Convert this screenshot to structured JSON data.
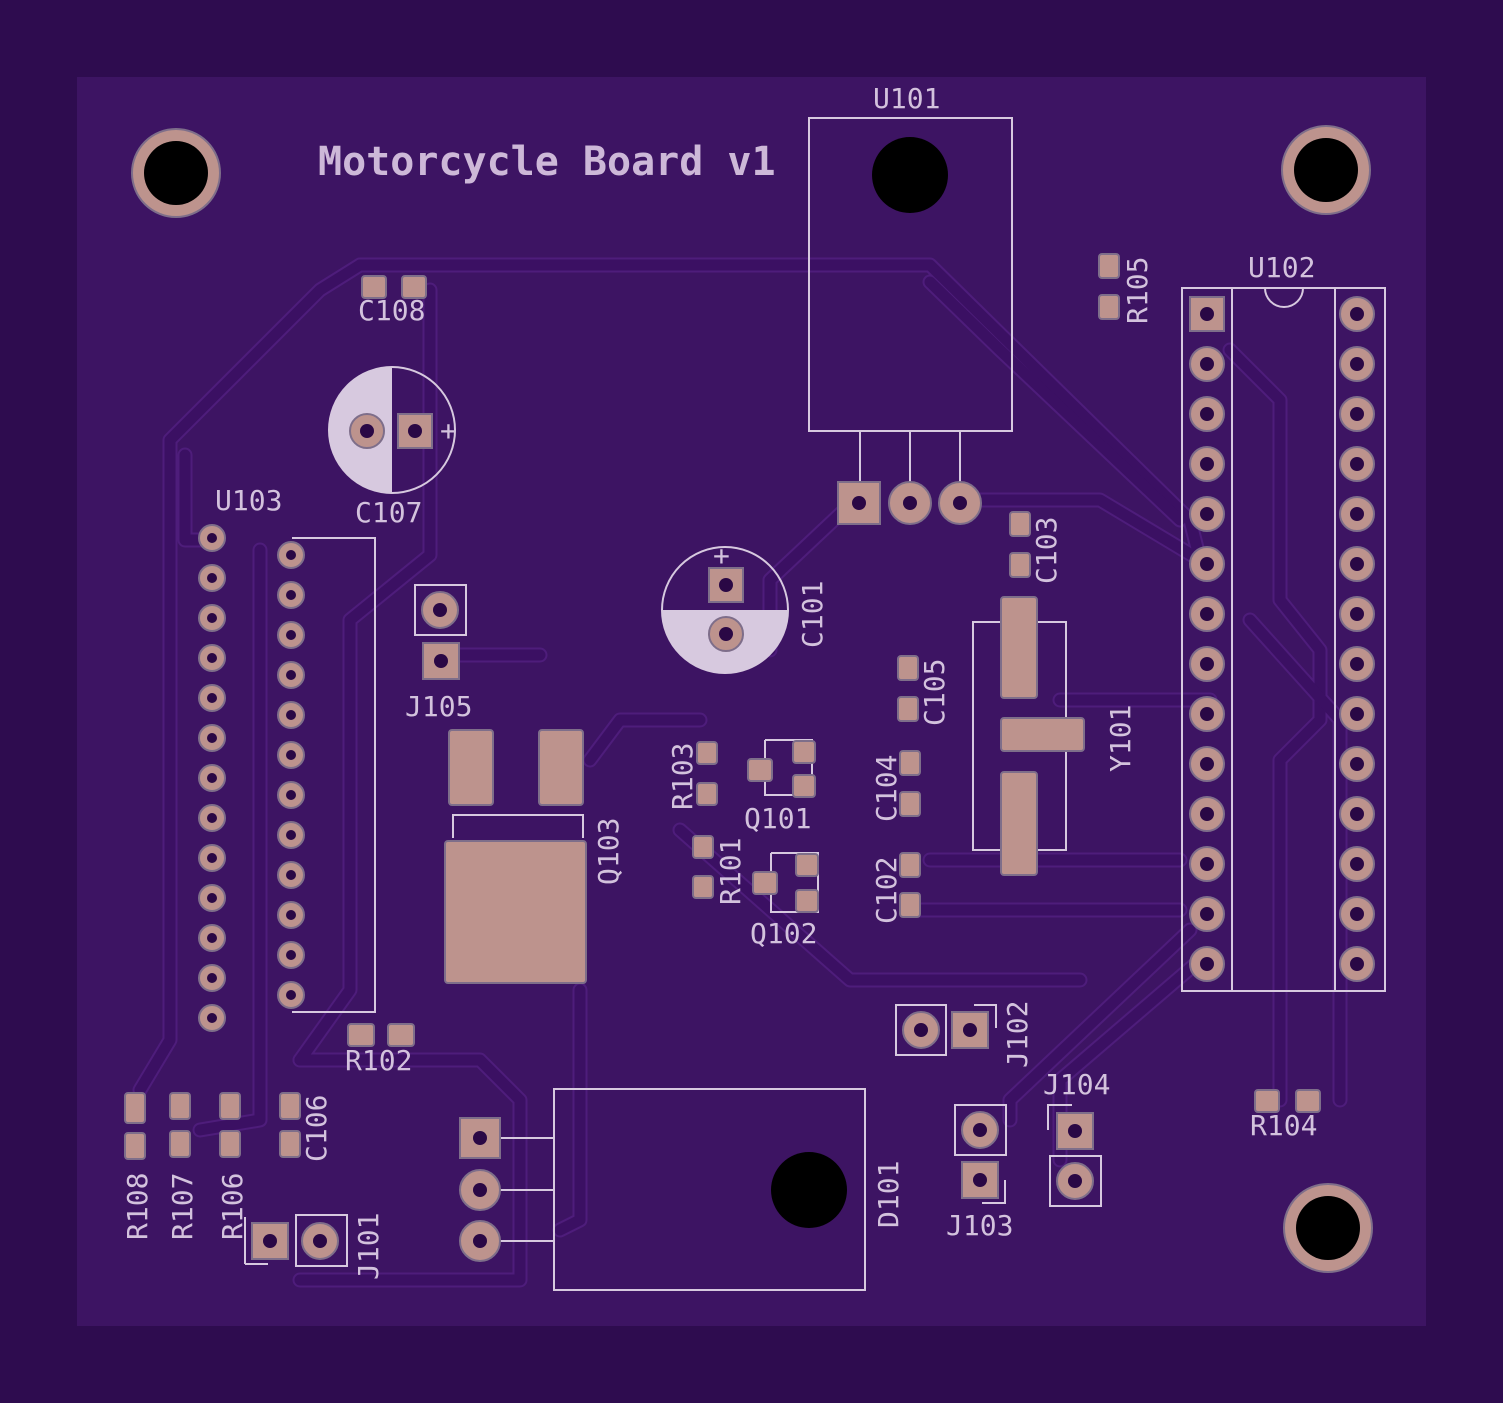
{
  "board": {
    "title": "Motorcycle Board v1",
    "colors": {
      "background": "#2e0c4f",
      "copper_fill": "#3d1463",
      "pad": "#bd938d",
      "silkscreen": "#d3c2dd"
    }
  },
  "refs": {
    "u101": "U101",
    "u102": "U102",
    "u103": "U103",
    "c101": "C101",
    "c102": "C102",
    "c103": "C103",
    "c104": "C104",
    "c105": "C105",
    "c106": "C106",
    "c107": "C107",
    "c108": "C108",
    "r101": "R101",
    "r102": "R102",
    "r103": "R103",
    "r104": "R104",
    "r105": "R105",
    "r106": "R106",
    "r107": "R107",
    "r108": "R108",
    "q101": "Q101",
    "q102": "Q102",
    "q103": "Q103",
    "y101": "Y101",
    "d101": "D101",
    "j101": "J101",
    "j102": "J102",
    "j103": "J103",
    "j104": "J104",
    "j105": "J105"
  }
}
